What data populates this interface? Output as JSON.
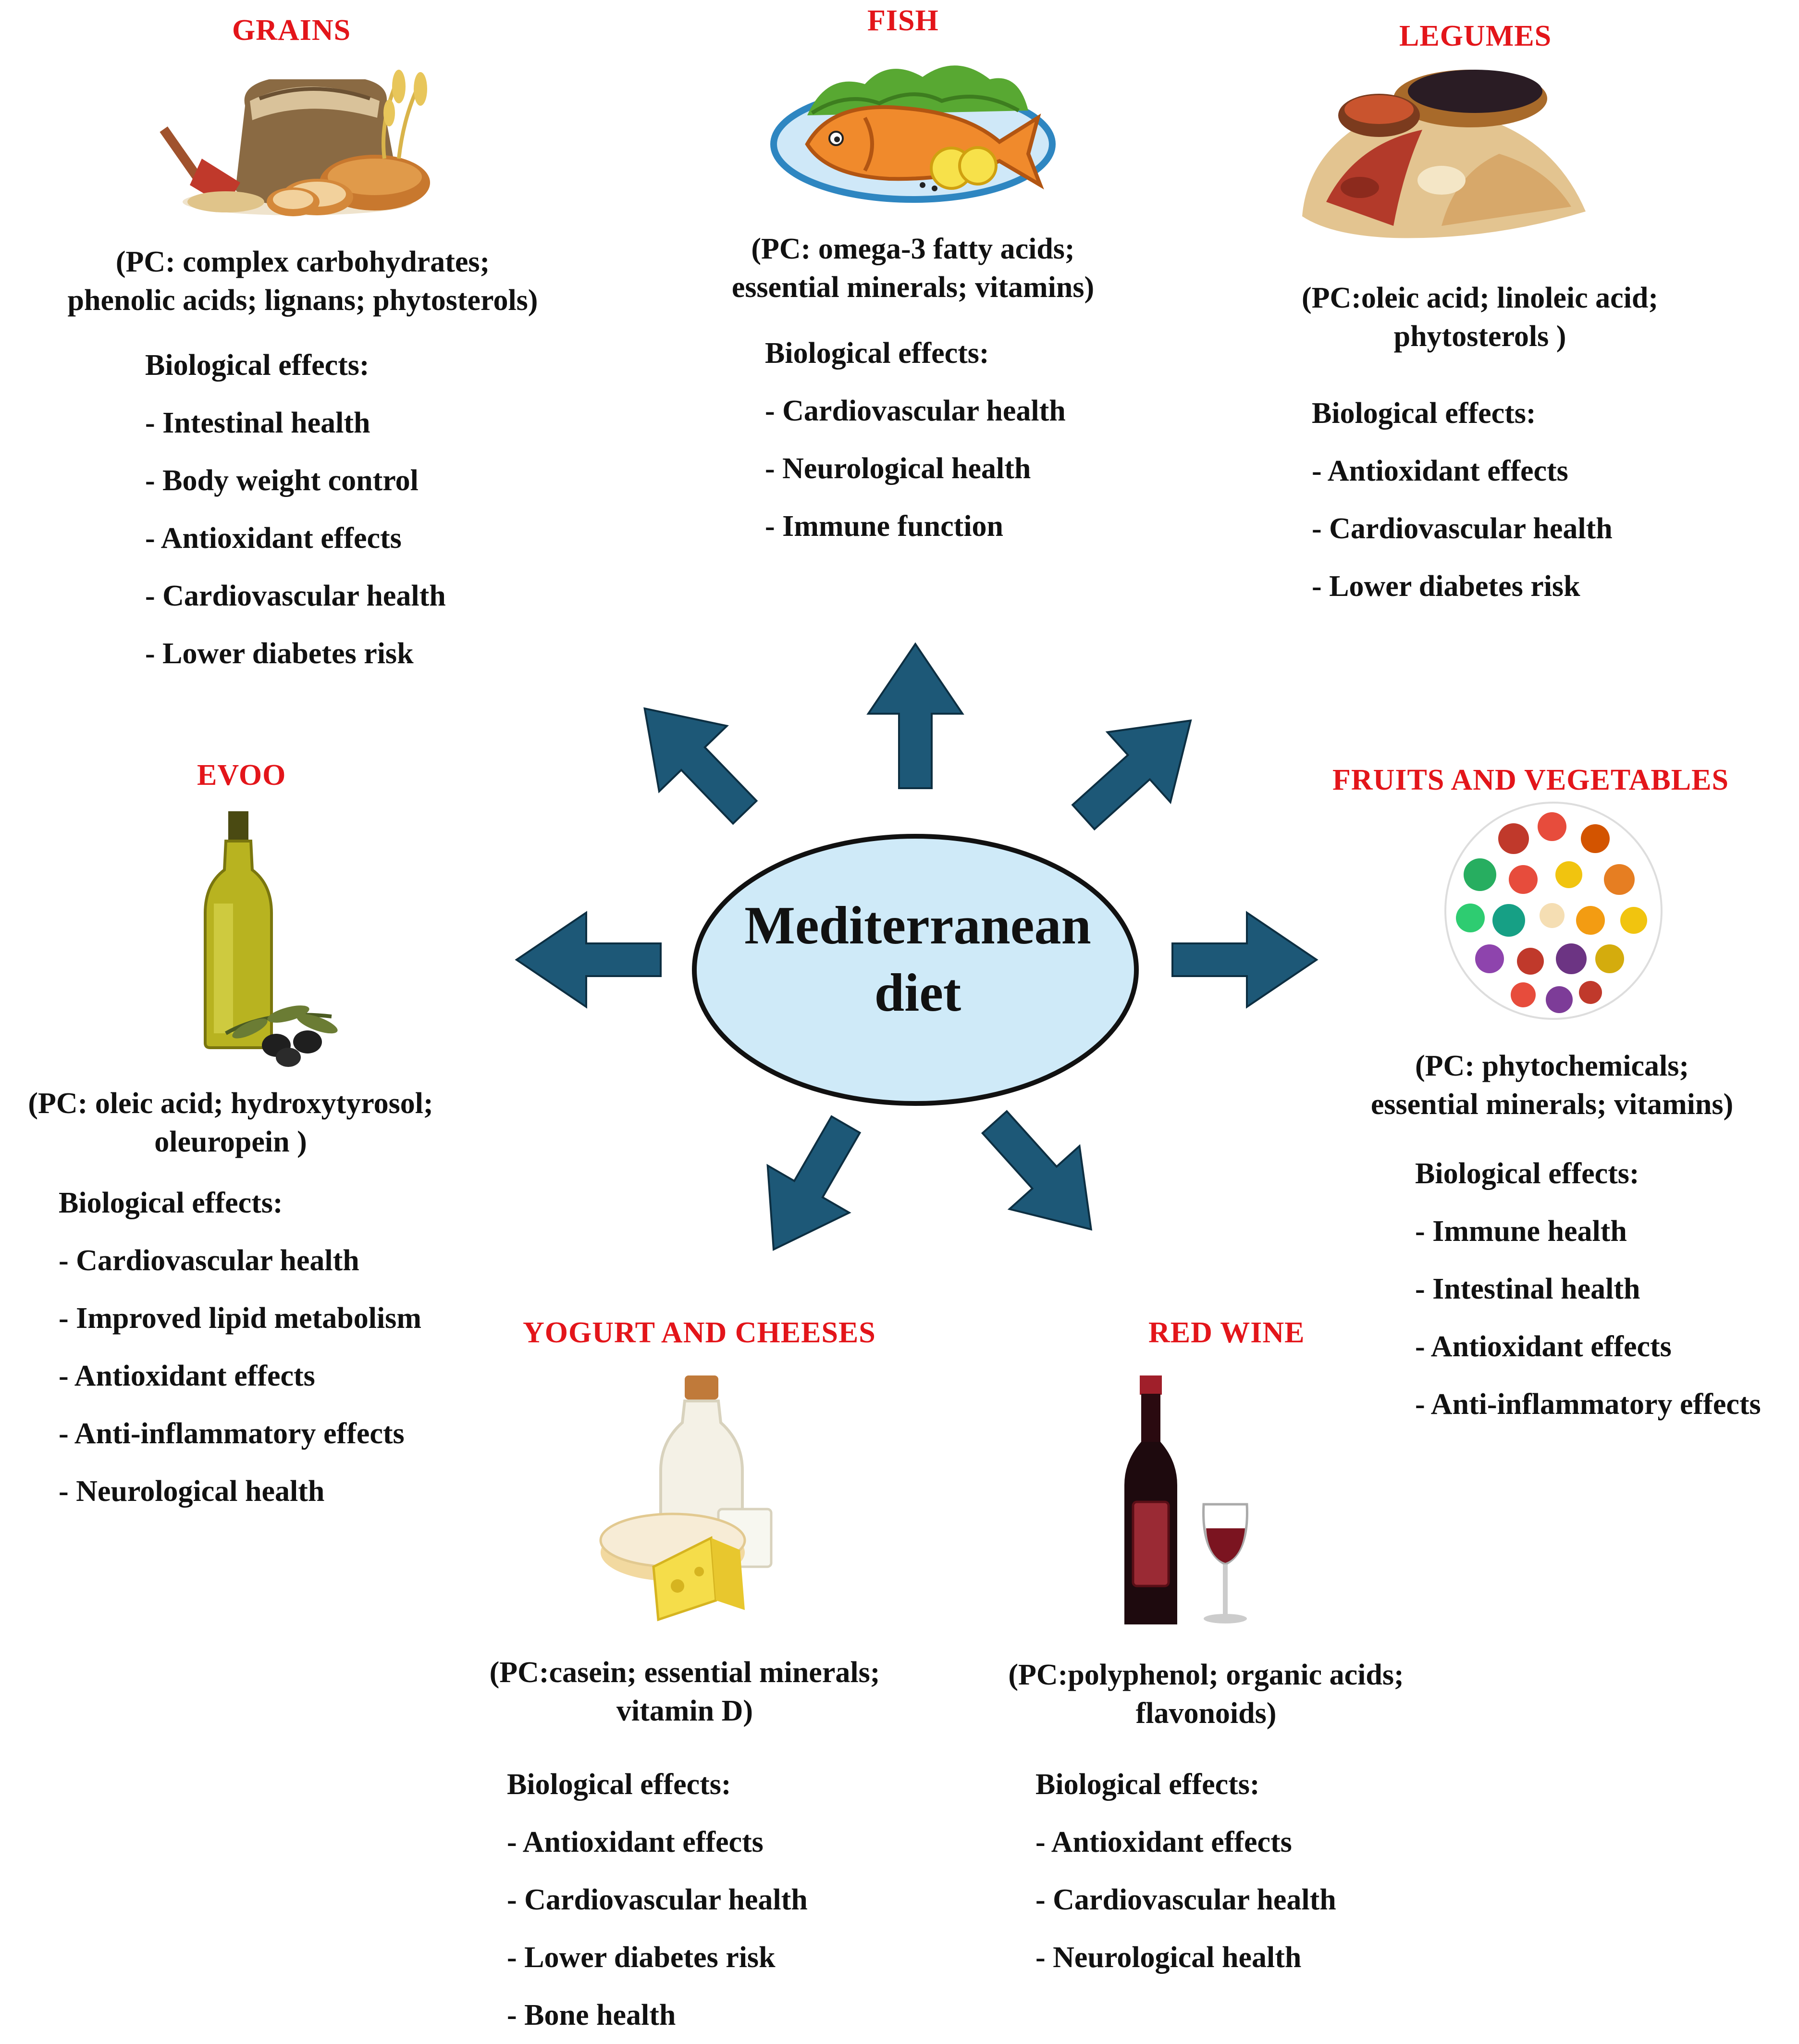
{
  "center": {
    "line1": "Mediterranean",
    "line2": "diet"
  },
  "colors": {
    "title": "#e3151a",
    "arrow": "#1d5877",
    "ellipse_fill": "#cfeaf8",
    "ellipse_stroke": "#111111"
  },
  "groups": {
    "grains": {
      "title": "GRAINS",
      "icon": "grains-bread-sack-icon",
      "pc": [
        "(PC: complex carbohydrates;",
        "phenolic acids; lignans; phytosterols)"
      ],
      "effects_heading": "Biological effects:",
      "effects": [
        "- Intestinal health",
        "- Body weight control",
        "- Antioxidant effects",
        "- Cardiovascular health",
        "- Lower diabetes risk"
      ]
    },
    "fish": {
      "title": "FISH",
      "icon": "fish-plate-icon",
      "pc": [
        "(PC: omega-3 fatty acids;",
        "essential minerals; vitamins)"
      ],
      "effects_heading": "Biological effects:",
      "effects": [
        "- Cardiovascular health",
        "- Neurological health",
        "- Immune function"
      ]
    },
    "legumes": {
      "title": "LEGUMES",
      "icon": "legumes-beans-icon",
      "pc": [
        "(PC:oleic acid; linoleic acid;",
        "phytosterols  )"
      ],
      "effects_heading": "Biological effects:",
      "effects": [
        "- Antioxidant effects",
        "- Cardiovascular health",
        "- Lower diabetes risk"
      ]
    },
    "evoo": {
      "title": "EVOO",
      "icon": "olive-oil-bottle-icon",
      "pc": [
        "(PC: oleic acid; hydroxytyrosol;",
        "oleuropein )"
      ],
      "effects_heading": "Biological effects:",
      "effects": [
        "- Cardiovascular health",
        "- Improved lipid metabolism",
        "- Antioxidant effects",
        "- Anti-inflammatory effects",
        "- Neurological health"
      ]
    },
    "fruits": {
      "title": "FRUITS AND VEGETABLES",
      "icon": "fruits-vegetables-plate-icon",
      "pc": [
        "(PC: phytochemicals;",
        "essential minerals; vitamins)"
      ],
      "effects_heading": "Biological effects:",
      "effects": [
        "- Immune health",
        "- Intestinal health",
        "- Antioxidant effects",
        "- Anti-inflammatory effects"
      ]
    },
    "yogurt": {
      "title": "YOGURT AND CHEESES",
      "icon": "milk-cheese-icon",
      "pc": [
        "(PC:casein; essential minerals;",
        "vitamin D)"
      ],
      "effects_heading": "Biological effects:",
      "effects": [
        "- Antioxidant effects",
        "- Cardiovascular health",
        "- Lower diabetes risk",
        "- Bone health"
      ]
    },
    "wine": {
      "title": "RED WINE",
      "icon": "red-wine-bottle-glass-icon",
      "pc": [
        "(PC:polyphenol; organic acids;",
        "flavonoids)"
      ],
      "effects_heading": "Biological effects:",
      "effects": [
        "- Antioxidant effects",
        "- Cardiovascular health",
        "- Neurological health"
      ]
    }
  }
}
